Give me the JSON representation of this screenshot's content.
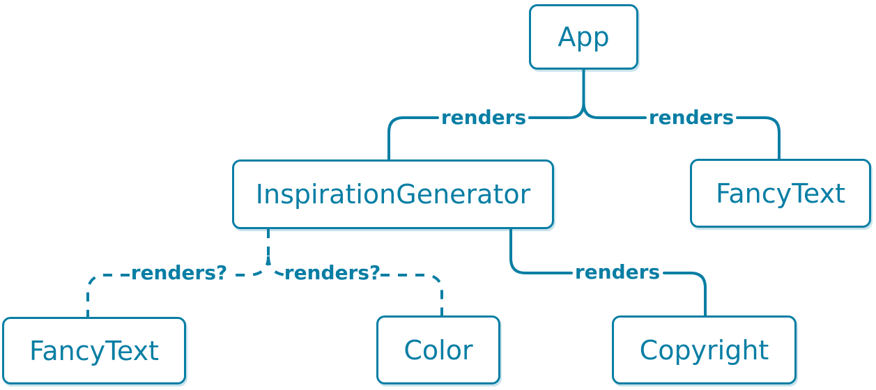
{
  "diagram": {
    "accent_color": "#087ea4",
    "node_background_color": "#ffffff",
    "nodes": [
      {
        "id": "app",
        "label": "App"
      },
      {
        "id": "inspiration-generator",
        "label": "InspirationGenerator"
      },
      {
        "id": "fancy-text-top",
        "label": "FancyText"
      },
      {
        "id": "fancy-text-bottom",
        "label": "FancyText"
      },
      {
        "id": "color",
        "label": "Color"
      },
      {
        "id": "copyright",
        "label": "Copyright"
      }
    ],
    "edges": [
      {
        "from": "App",
        "to": "InspirationGenerator",
        "label": "renders",
        "style": "solid"
      },
      {
        "from": "App",
        "to": "FancyText",
        "label": "renders",
        "style": "solid"
      },
      {
        "from": "InspirationGenerator",
        "to": "FancyText",
        "label": "renders?",
        "style": "dashed"
      },
      {
        "from": "InspirationGenerator",
        "to": "Color",
        "label": "renders?",
        "style": "dashed"
      },
      {
        "from": "InspirationGenerator",
        "to": "Copyright",
        "label": "renders",
        "style": "solid"
      }
    ]
  }
}
